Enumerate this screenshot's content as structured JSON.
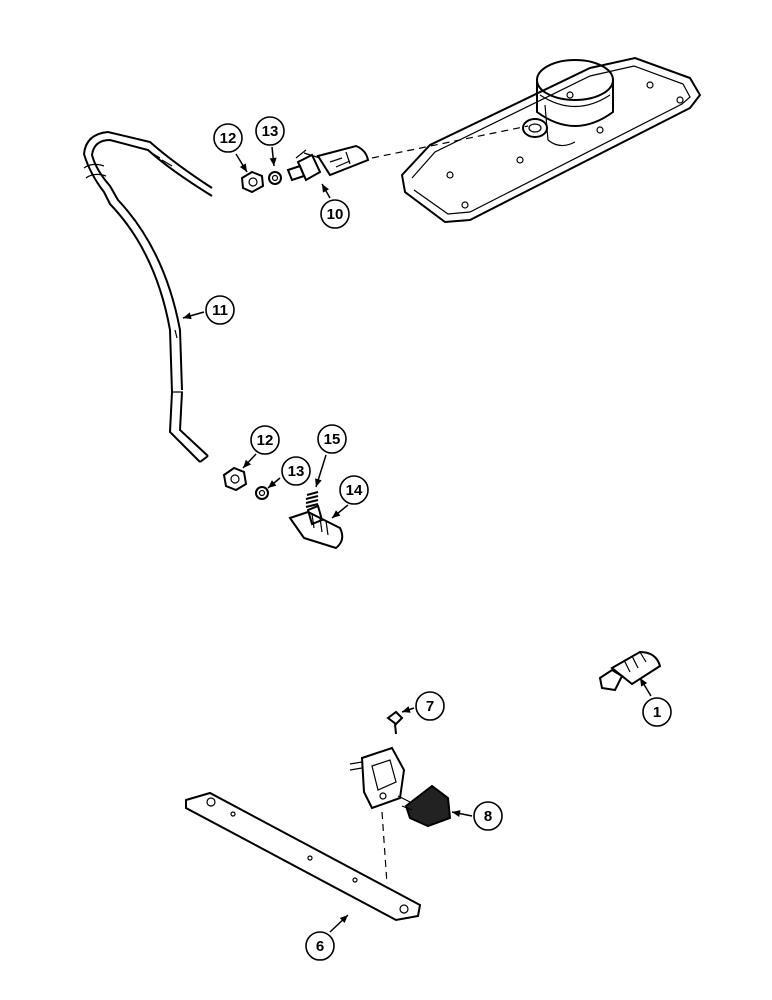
{
  "diagram": {
    "callouts": [
      {
        "id": "c12a",
        "label": "12"
      },
      {
        "id": "c13a",
        "label": "13"
      },
      {
        "id": "c10",
        "label": "10"
      },
      {
        "id": "c11",
        "label": "11"
      },
      {
        "id": "c12b",
        "label": "12"
      },
      {
        "id": "c15",
        "label": "15"
      },
      {
        "id": "c13b",
        "label": "13"
      },
      {
        "id": "c14",
        "label": "14"
      },
      {
        "id": "c1",
        "label": "1"
      },
      {
        "id": "c7",
        "label": "7"
      },
      {
        "id": "c8",
        "label": "8"
      },
      {
        "id": "c6",
        "label": "6"
      }
    ]
  }
}
